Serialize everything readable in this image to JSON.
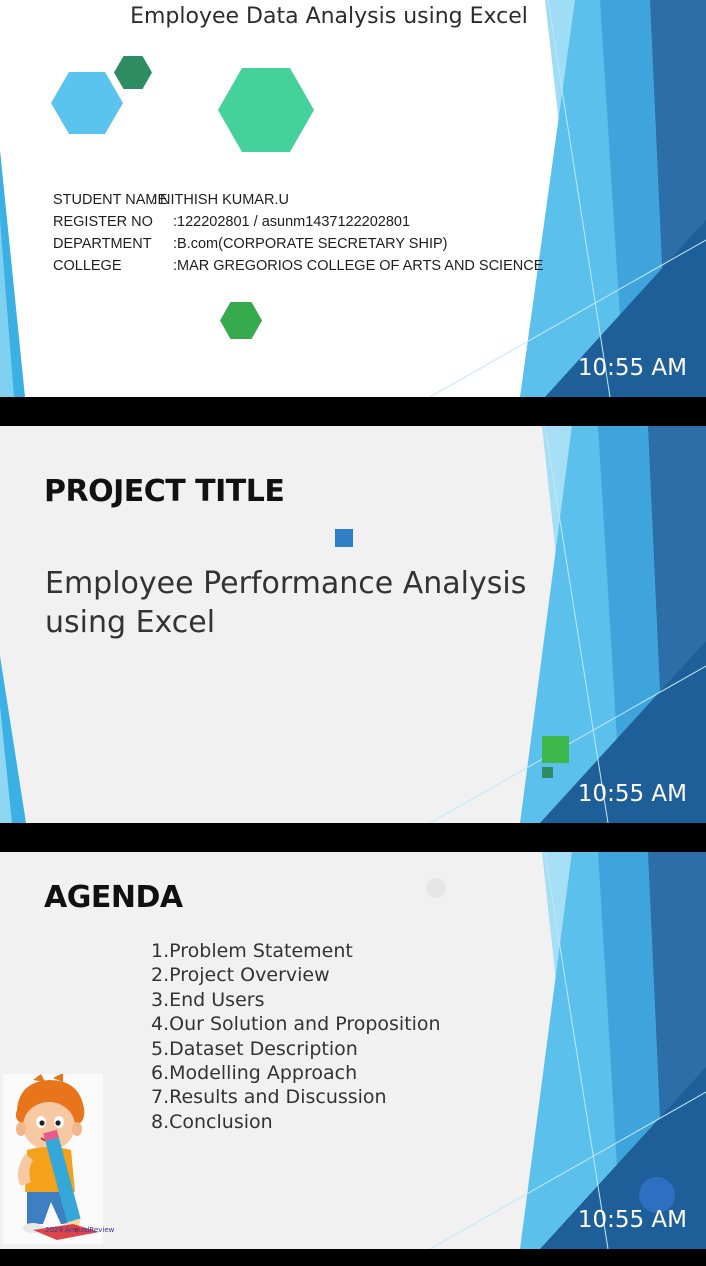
{
  "slides": [
    {
      "title": "Employee Data Analysis using Excel",
      "info": [
        {
          "label": "STUDENT NAME",
          "value": ": NITHISH KUMAR.U"
        },
        {
          "label": "REGISTER NO",
          "value": ":122202801 / asunm1437122202801"
        },
        {
          "label": "DEPARTMENT",
          "value": ":B.com(CORPORATE SECRETARY SHIP)"
        },
        {
          "label": "COLLEGE",
          "value": ":MAR GREGORIOS COLLEGE OF ARTS AND SCIENCE"
        }
      ],
      "time": "10:55 AM"
    },
    {
      "heading": "PROJECT TITLE",
      "subtitle_line1": "Employee Performance Analysis",
      "subtitle_line2": "using Excel",
      "time": "10:55 AM"
    },
    {
      "heading": "AGENDA",
      "items": [
        "1.Problem Statement",
        "2.Project Overview",
        "3.End Users",
        "4.Our Solution and Proposition",
        "5.Dataset Description",
        "6.Modelling Approach",
        "7.Results and Discussion",
        "8.Conclusion"
      ],
      "image_caption": "2024 AnnualReview",
      "time": "10:55 AM"
    }
  ],
  "icons": {
    "decor": "blue-triangle-decoration",
    "shapes": [
      "hexagon-icon",
      "square-icon"
    ],
    "illustration": "cartoon-boy-with-pencil-icon"
  },
  "colors": {
    "dark_blue": "#2d6ea8",
    "mid_blue": "#3fa4dc",
    "light_blue": "#7fd0f0",
    "hex_blue": "#5bc4ee",
    "hex_teal": "#2e8c62",
    "hex_mint": "#45d19c",
    "hex_green": "#36aa4c",
    "square_blue": "#2f7ec6",
    "square_green": "#3db84a"
  }
}
